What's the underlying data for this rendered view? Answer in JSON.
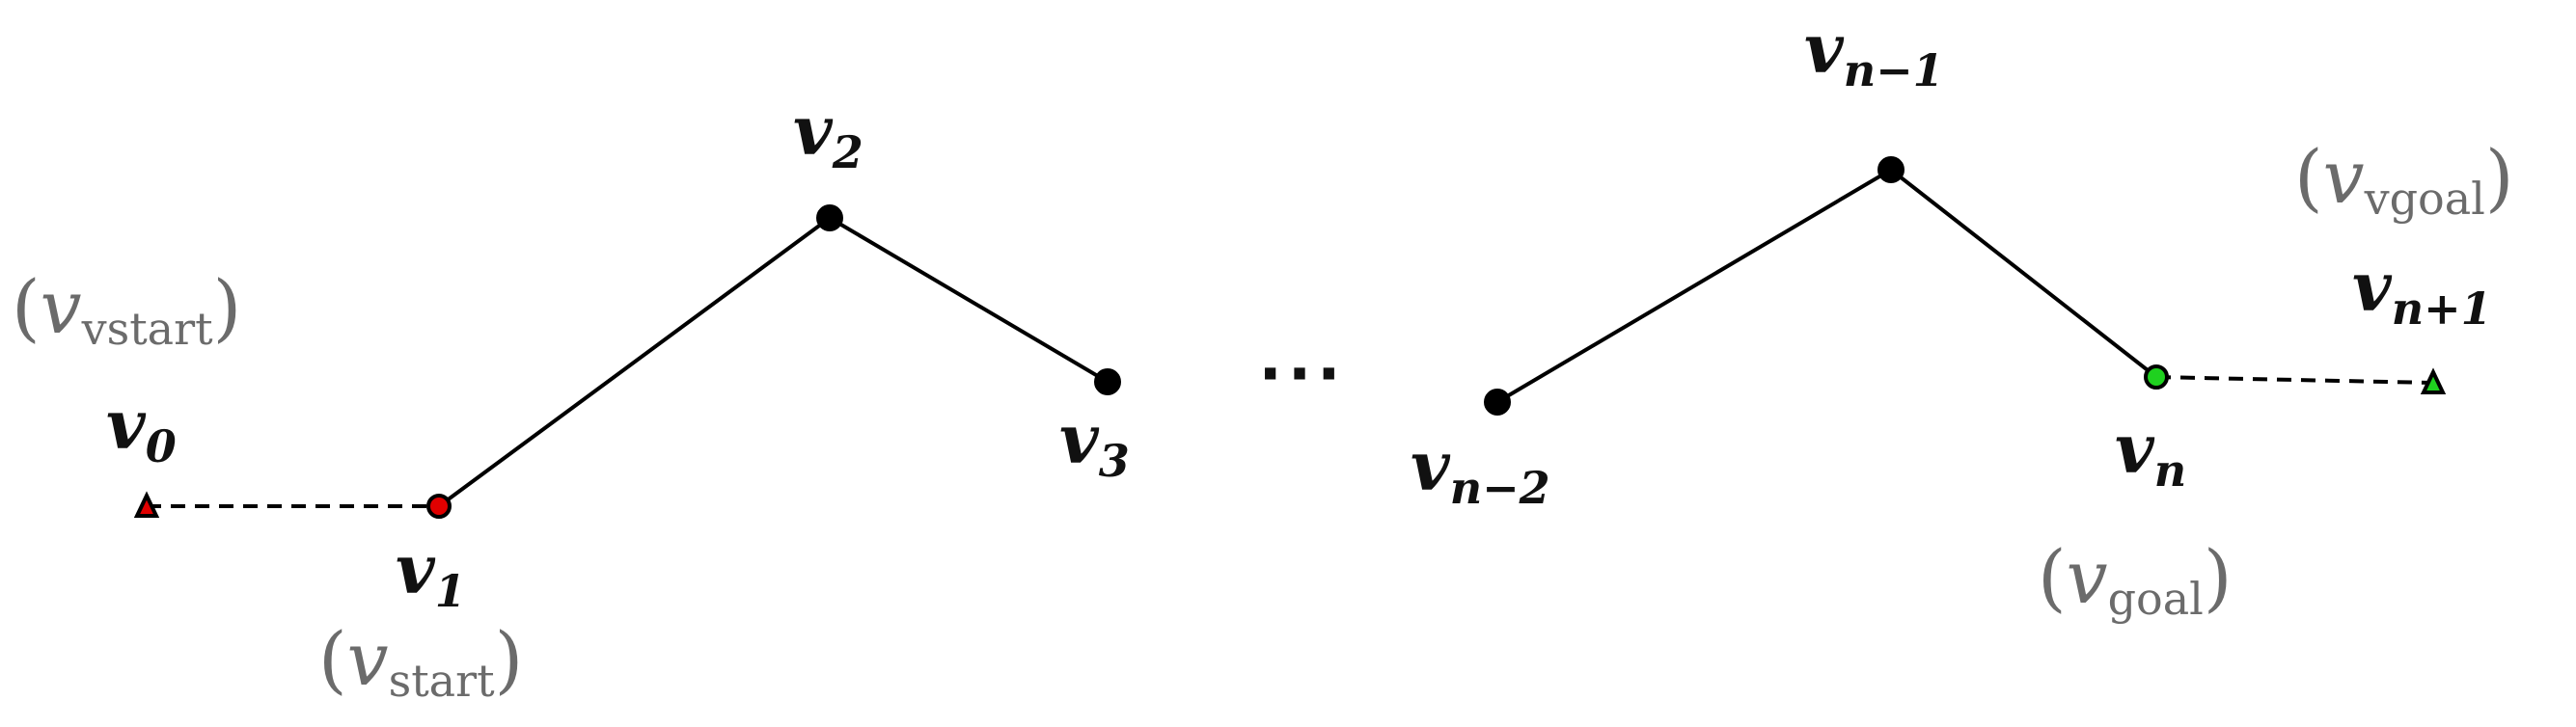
{
  "diagram": {
    "vertices": [
      {
        "id": "v0",
        "base": "v",
        "sub": "0",
        "marker": "triangle",
        "color": "#e00000"
      },
      {
        "id": "v1",
        "base": "v",
        "sub": "1",
        "marker": "circle",
        "color": "#e00000",
        "alias_sub": "start"
      },
      {
        "id": "v2",
        "base": "v",
        "sub": "2",
        "marker": "circle",
        "color": "#000000"
      },
      {
        "id": "v3",
        "base": "v",
        "sub": "3",
        "marker": "circle",
        "color": "#000000"
      },
      {
        "id": "vn-2",
        "base": "v",
        "sub": "n−2",
        "marker": "circle",
        "color": "#000000"
      },
      {
        "id": "vn-1",
        "base": "v",
        "sub": "n−1",
        "marker": "circle",
        "color": "#000000"
      },
      {
        "id": "vn",
        "base": "v",
        "sub": "n",
        "marker": "circle",
        "color": "#1fd11f",
        "alias_sub": "goal"
      },
      {
        "id": "vn+1",
        "base": "v",
        "sub": "n+1",
        "marker": "triangle",
        "color": "#1fd11f"
      }
    ],
    "aliases": {
      "vstart": {
        "base": "v",
        "sub": "vstart",
        "open": "(",
        "close": ")"
      },
      "vgoal": {
        "base": "v",
        "sub": "vgoal",
        "open": "(",
        "close": ")"
      },
      "start": {
        "base": "v",
        "sub": "start",
        "open": "(",
        "close": ")"
      },
      "goal": {
        "base": "v",
        "sub": "goal",
        "open": "(",
        "close": ")"
      }
    },
    "ellipsis": "···",
    "colors": {
      "line": "#000000",
      "alias_text": "#6b6b6b",
      "start": "#e00000",
      "goal": "#1fd11f"
    }
  }
}
